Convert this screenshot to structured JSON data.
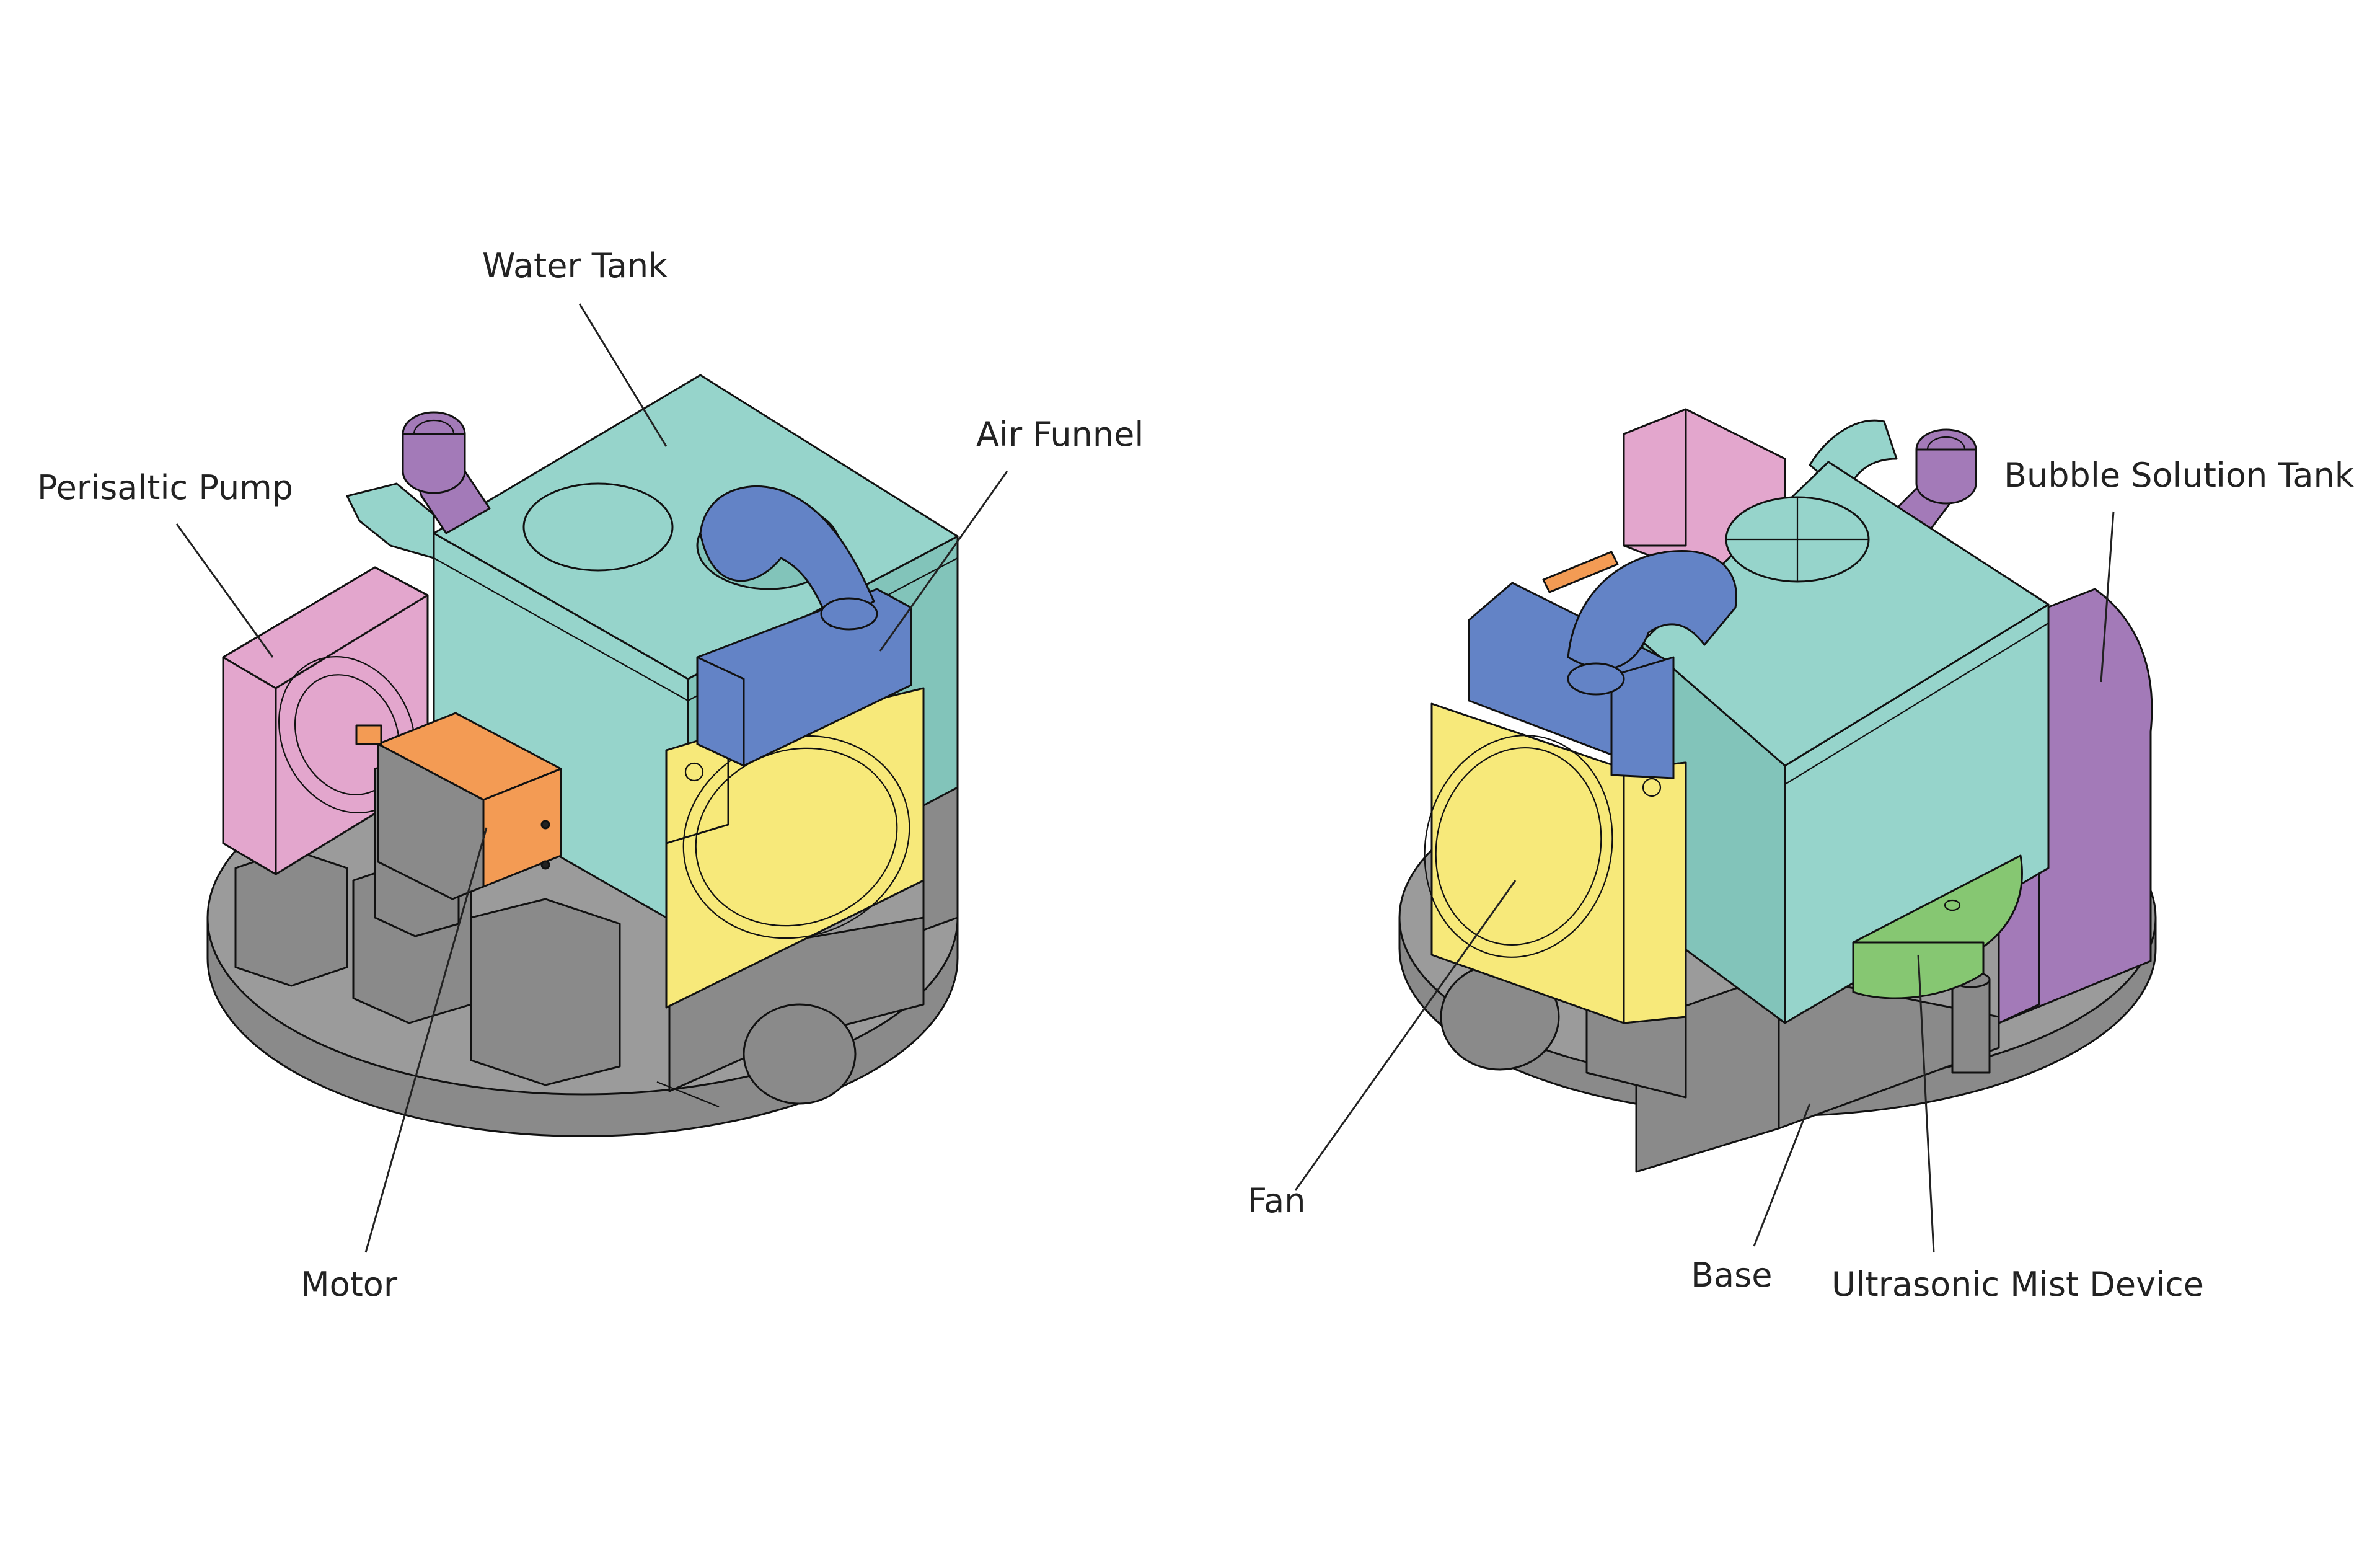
{
  "colors": {
    "base": "#9b9b9b",
    "base_dark": "#8a8a8a",
    "water_tank": "#96d4cb",
    "water_tank_dark": "#82c4ba",
    "air_funnel": "#6383c6",
    "fan": "#f7e97a",
    "pump": "#e3a6cd",
    "motor": "#f39b54",
    "bubble_tank": "#a37ab8",
    "mist_device": "#86c772",
    "line": "#222222"
  },
  "labels": {
    "water_tank": "Water Tank",
    "air_funnel": "Air Funnel",
    "pump": "Perisaltic Pump",
    "motor": "Motor",
    "bubble_tank": "Bubble Solution Tank",
    "fan": "Fan",
    "base": "Base",
    "mist": "Ultrasonic Mist Device"
  }
}
